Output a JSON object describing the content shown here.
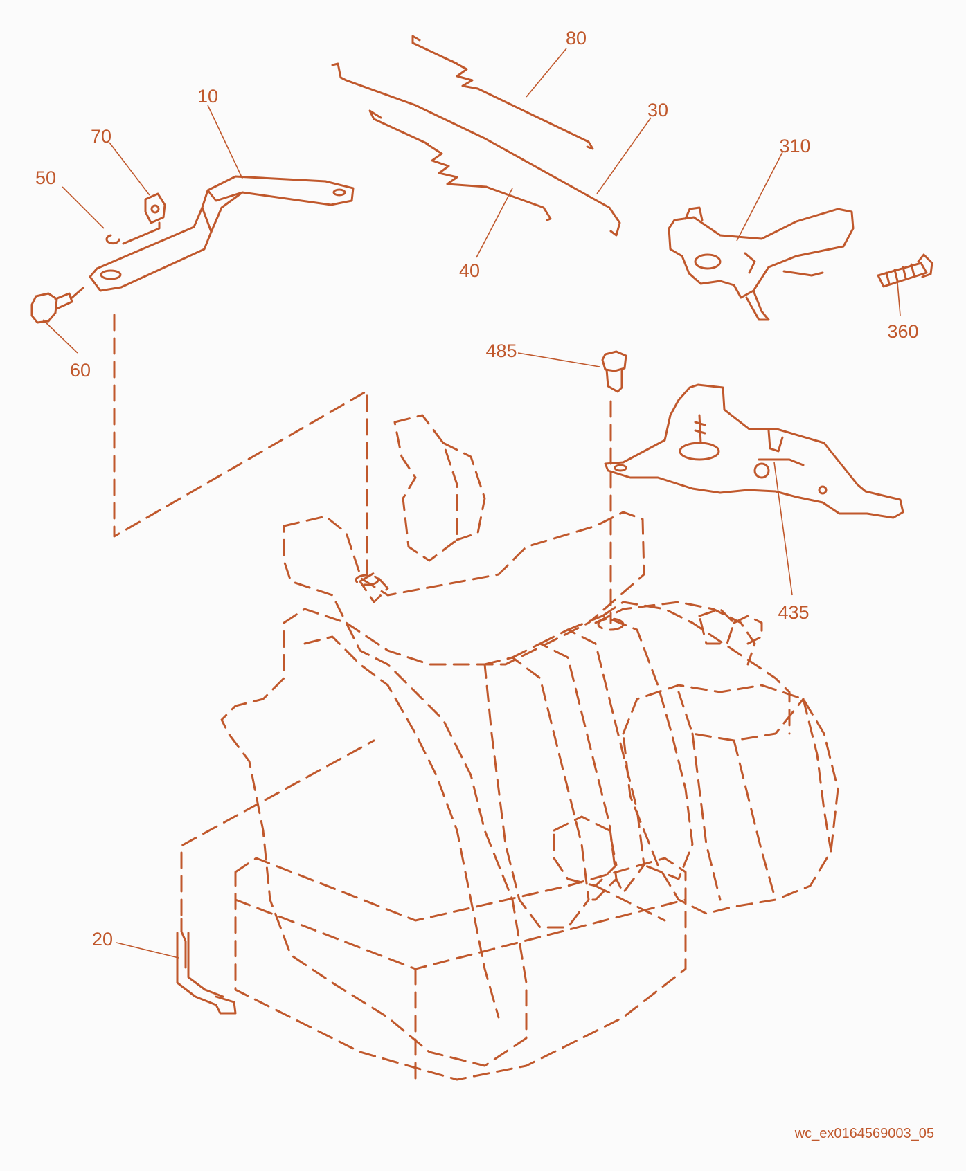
{
  "colors": {
    "ink": "#c0582c",
    "background": "#fbfbfb"
  },
  "callouts": {
    "c10": "10",
    "c20": "20",
    "c30": "30",
    "c40": "40",
    "c50": "50",
    "c60": "60",
    "c70": "70",
    "c80": "80",
    "c310": "310",
    "c360": "360",
    "c435": "435",
    "c485": "485"
  },
  "figure_ref": "wc_ex0164569003_05"
}
